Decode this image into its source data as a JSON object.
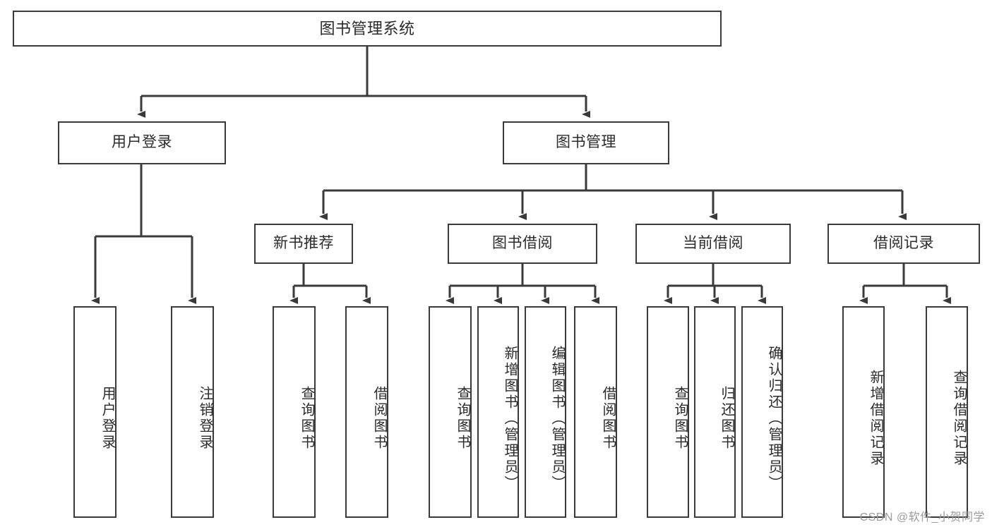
{
  "diagram": {
    "title": "图书管理系统",
    "type": "tree",
    "root": {
      "label": "图书管理系统"
    },
    "level2": [
      {
        "label": "用户登录"
      },
      {
        "label": "图书管理"
      }
    ],
    "level3": [
      {
        "label": "新书推荐"
      },
      {
        "label": "图书借阅"
      },
      {
        "label": "当前借阅"
      },
      {
        "label": "借阅记录"
      }
    ],
    "leaves": {
      "user_login": [
        {
          "label": "用户登录"
        },
        {
          "label": "注销登录"
        }
      ],
      "new_book_recommend": [
        {
          "label": "查询图书"
        },
        {
          "label": "借阅图书"
        }
      ],
      "book_borrow": [
        {
          "label": "查询图书"
        },
        {
          "label": "新增图书（管理员）"
        },
        {
          "label": "编辑图书（管理员）"
        },
        {
          "label": "借阅图书"
        }
      ],
      "current_borrow": [
        {
          "label": "查询图书"
        },
        {
          "label": "归还图书"
        },
        {
          "label": "确认归还（管理员）"
        }
      ],
      "borrow_record": [
        {
          "label": "新增借阅记录"
        },
        {
          "label": "查询借阅记录"
        }
      ]
    }
  },
  "watermark": {
    "text": "CSDN @软件_小贺同学"
  },
  "colors": {
    "border": "#3a3a3a",
    "text": "#2b2b2b",
    "background": "#ffffff",
    "watermark": "#9b9b9b"
  }
}
